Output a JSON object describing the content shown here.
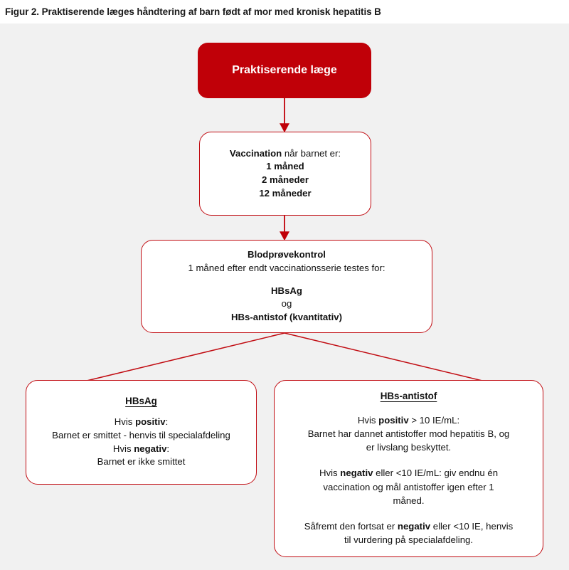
{
  "figure": {
    "title": "Figur 2. Praktiserende læges håndtering af barn født af mor med kronisk hepatitis B",
    "background_color": "#f1f1f1",
    "accent_color": "#c00008",
    "border_color": "#c10c12",
    "header_background": "#ffffff"
  },
  "nodes": {
    "root": {
      "label": "Praktiserende læge",
      "fill": "#c00008",
      "text_color": "#ffffff"
    },
    "vaccination": {
      "lead_bold": "Vaccination",
      "lead_rest": " når barnet er:",
      "items": [
        "1 måned",
        "2 måneder",
        "12 måneder"
      ]
    },
    "bloodtest": {
      "heading": "Blodprøvekontrol",
      "subtitle": "1 måned efter endt vaccinationsserie testes for:",
      "test_1": "HBsAg",
      "conjunction": "og",
      "test_2": "HBs-antistof (kvantitativ)"
    },
    "hbsag": {
      "heading": "HBsAg",
      "positive_label_pre": "Hvis ",
      "positive_label_bold": "positiv",
      "positive_label_post": ":",
      "positive_text": "Barnet er smittet - henvis til specialafdeling",
      "negative_label_pre": "Hvis ",
      "negative_label_bold": "negativ",
      "negative_label_post": ":",
      "negative_text": "Barnet er ikke smittet"
    },
    "antistof": {
      "heading": "HBs-antistof",
      "positive_line_pre": "Hvis ",
      "positive_line_bold": "positiv",
      "positive_line_post": " >  10 IE/mL:",
      "positive_body_1": "Barnet har dannet antistoffer mod hepatitis B, og",
      "positive_body_2": "er livslang beskyttet.",
      "negative_line_pre": "Hvis ",
      "negative_line_bold": "negativ",
      "negative_line_post": " eller <10 IE/mL: giv endnu én",
      "negative_body_1": "vaccination og mål antistoffer igen efter 1",
      "negative_body_2": "måned.",
      "followup_pre": "Såfremt den fortsat er ",
      "followup_bold": "negativ",
      "followup_post": " eller <10 IE, henvis",
      "followup_body": "til vurdering på specialafdeling."
    }
  },
  "connectors": {
    "root_to_vaccination": "arrow-down",
    "vaccination_to_bloodtest": "arrow-down",
    "bloodtest_to_hbsag": "diagonal-line",
    "bloodtest_to_antistof": "diagonal-line"
  }
}
